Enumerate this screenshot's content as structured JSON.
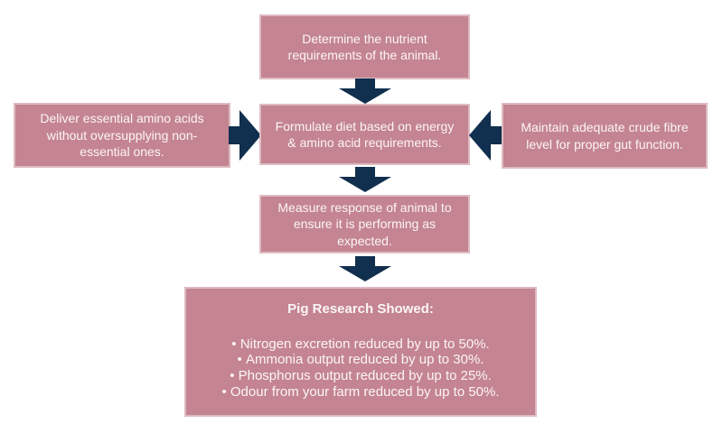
{
  "flowchart": {
    "colors": {
      "box_fill": "#c48491",
      "box_border": "#debbc2",
      "arrow": "#112f4e",
      "text": "#fbf5f6",
      "page_bg": "#ffffff"
    },
    "boxes": {
      "determine": {
        "text": "Determine the nutrient requirements of the animal."
      },
      "deliver": {
        "text": "Deliver essential amino acids without oversupplying non-essential ones."
      },
      "formulate": {
        "text": "Formulate diet based on energy & amino acid requirements."
      },
      "maintain": {
        "text": "Maintain adequate crude fibre level for proper gut function."
      },
      "measure": {
        "text": "Measure response of animal to ensure it is performing as expected."
      },
      "results": {
        "title": "Pig Research Showed:",
        "bullets": [
          "Nitrogen excretion reduced by up to 50%.",
          "Ammonia output reduced by up to 30%.",
          "Phosphorus output reduced by up to 25%.",
          "Odour from your farm reduced by up to 50%."
        ]
      }
    },
    "icons": {
      "down": "block-arrow-down",
      "right": "block-arrow-right",
      "left": "block-arrow-left"
    }
  }
}
